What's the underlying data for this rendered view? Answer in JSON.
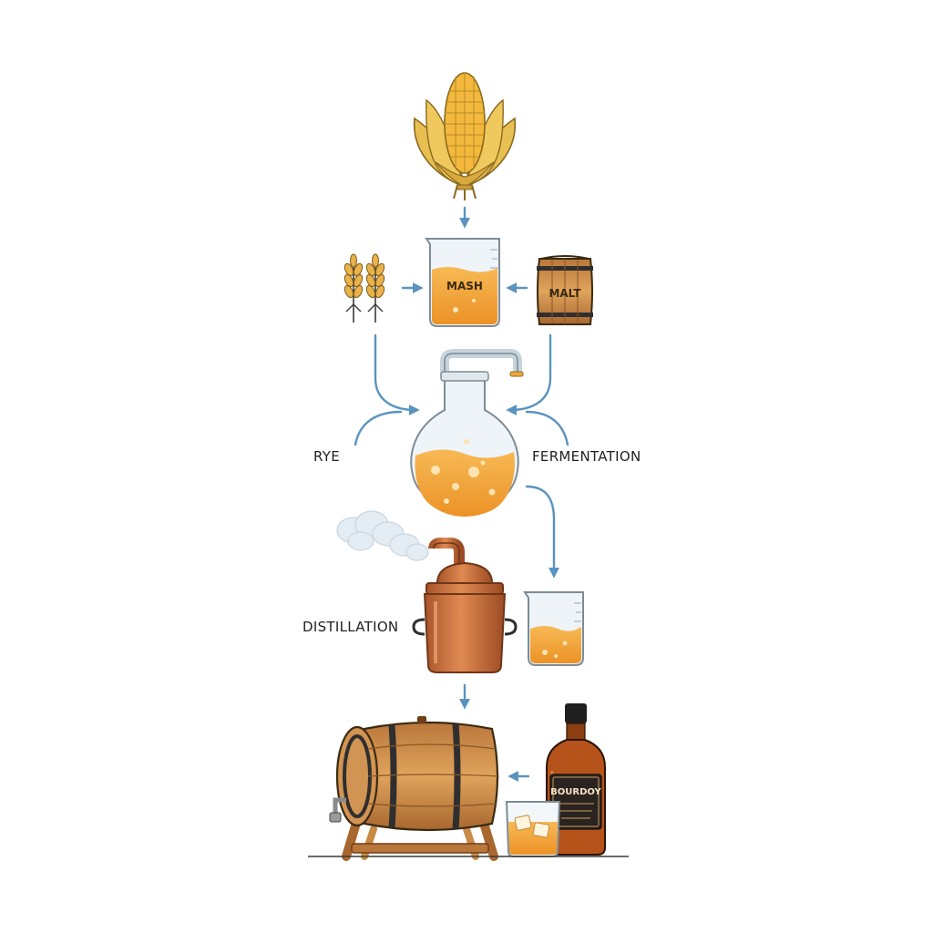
{
  "labels": {
    "mash": "MASH",
    "malt": "MALT",
    "rye": "RYE",
    "fermentation": "FERMENTATION",
    "distillation": "DISTILLATION",
    "bottle_brand": "BOURDOY"
  },
  "icons": {
    "corn": "corn-icon",
    "wheat": "wheat-icon",
    "mash_beaker": "beaker-icon",
    "malt_barrel": "barrel-icon",
    "fermentation_flask": "flask-icon",
    "copper_still": "still-icon",
    "spirit_beaker": "beaker-icon",
    "aging_barrel": "barrel-icon",
    "bottle": "bottle-icon",
    "glass": "glass-icon",
    "steam": "steam-icon"
  },
  "colors": {
    "arrow": "#5a93bf",
    "liquid": "#f2a63a",
    "copper": "#c86b3a",
    "barrel_wood": "#c98a45",
    "barrel_hoop": "#2f2f2f",
    "corn": "#e6b84a",
    "glass": "#eef4f8"
  }
}
